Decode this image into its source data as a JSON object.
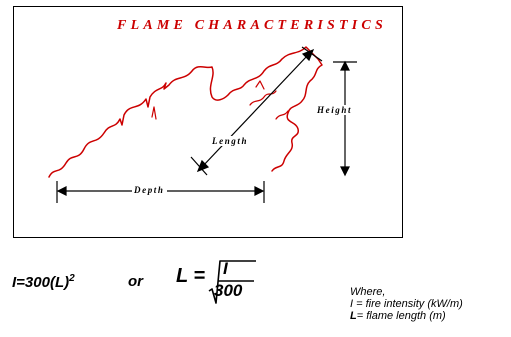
{
  "diagram": {
    "title": "FLAME CHARACTERISTICS",
    "labels": {
      "height": "Height",
      "length": "Length",
      "depth": "Depth"
    },
    "flame_color": "#cc0000",
    "frame_color": "#000000"
  },
  "equations": {
    "intensity": {
      "lhs": "I=300(L)",
      "exponent": "2"
    },
    "connector": "or",
    "length": {
      "lhs": "L =",
      "numerator": "I",
      "denominator": "300"
    }
  },
  "legend": {
    "heading": "Where,",
    "items": [
      {
        "symbol": "I",
        "text": " = fire intensity (kW/m)"
      },
      {
        "symbol": "L",
        "text": "= flame length (m)"
      }
    ]
  }
}
